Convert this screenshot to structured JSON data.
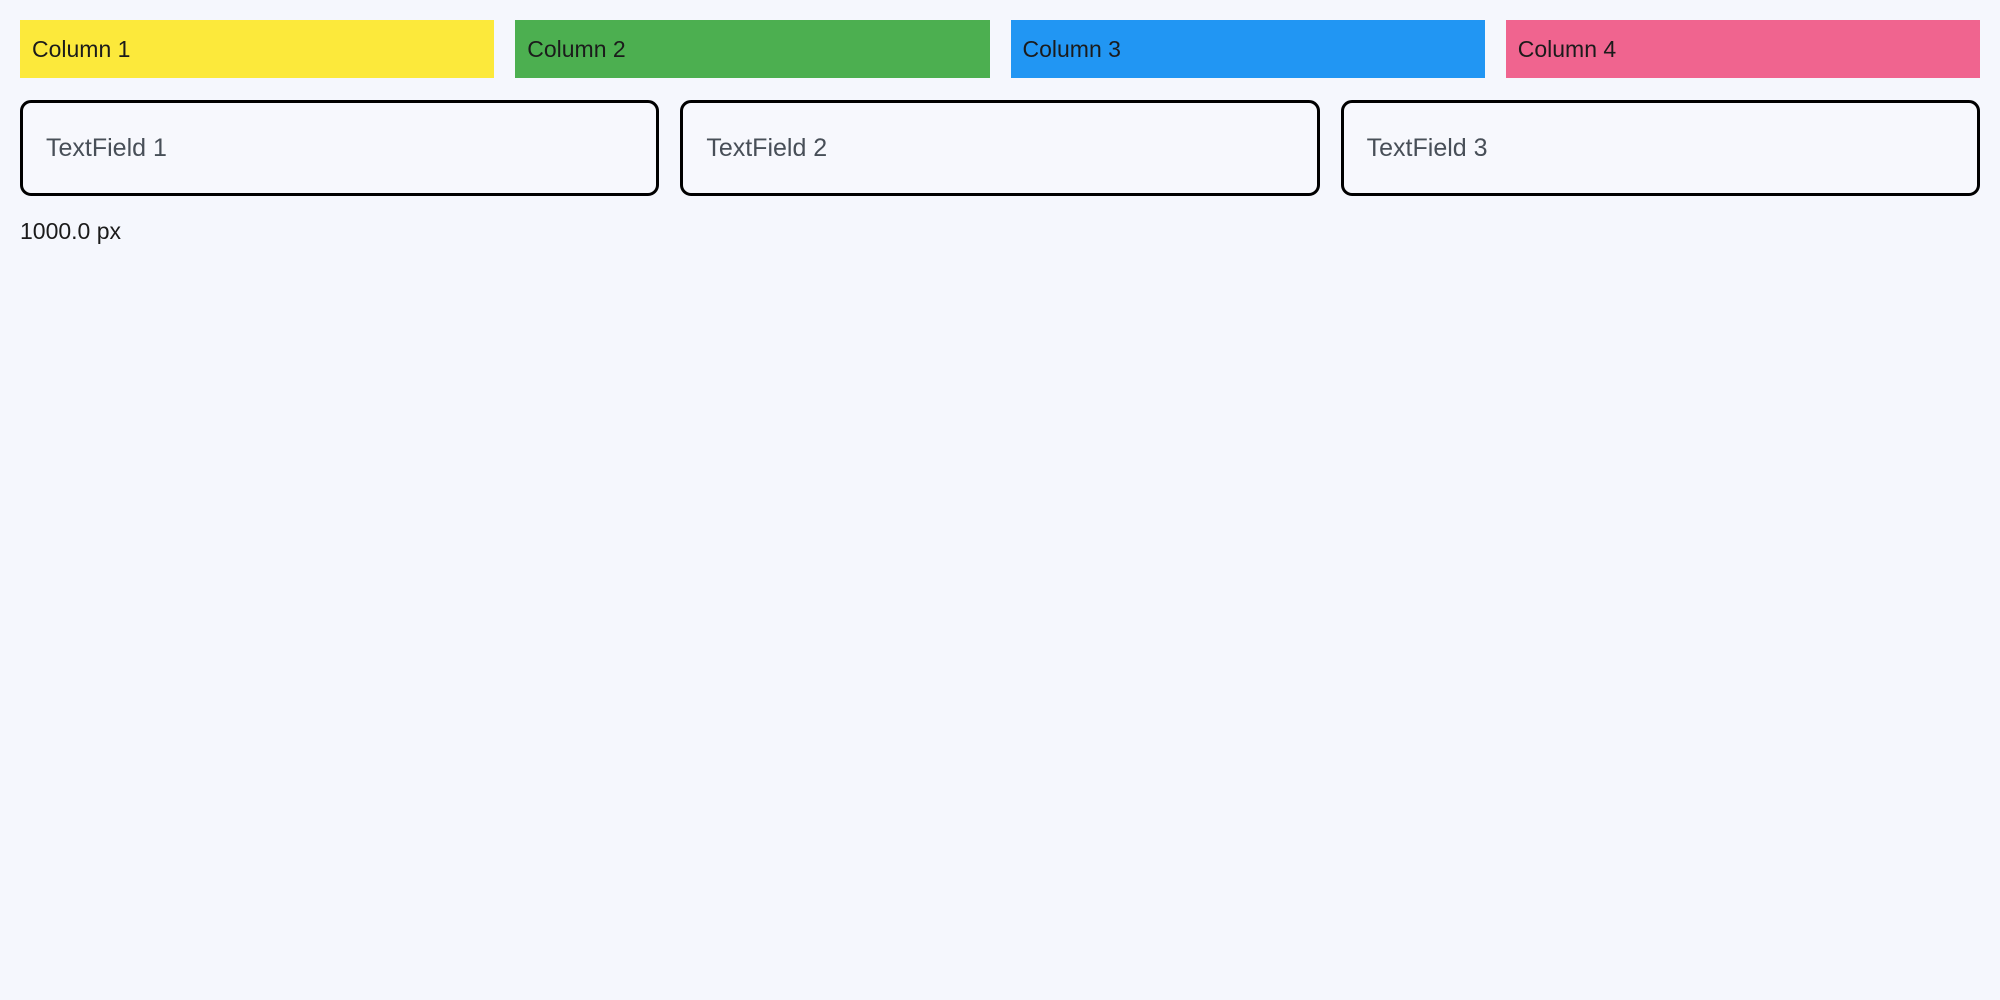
{
  "page": {
    "background_color": "#f5f7fd",
    "width_readout": "1000.0 px"
  },
  "columns": {
    "items": [
      {
        "label": "Column 1",
        "color": "#fce93b",
        "name": "column-1"
      },
      {
        "label": "Column 2",
        "color": "#4caf50",
        "name": "column-2"
      },
      {
        "label": "Column 3",
        "color": "#2196f3",
        "name": "column-3"
      },
      {
        "label": "Column 4",
        "color": "#f0648f",
        "name": "column-4"
      }
    ]
  },
  "textfields": {
    "items": [
      {
        "placeholder": "TextField 1",
        "value": ""
      },
      {
        "placeholder": "TextField 2",
        "value": ""
      },
      {
        "placeholder": "TextField 3",
        "value": ""
      }
    ],
    "border_color": "#000000",
    "text_color": "#484f58"
  },
  "status": {
    "measurement": "1000.0 px"
  }
}
